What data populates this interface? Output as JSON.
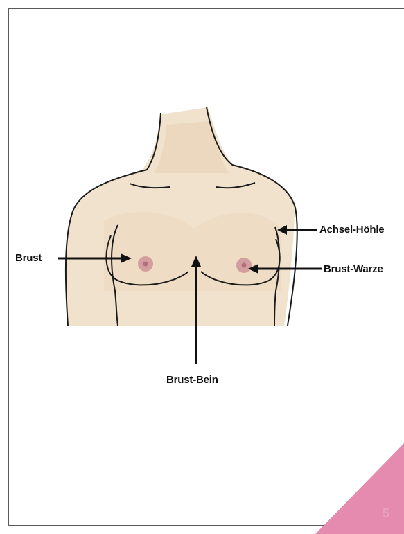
{
  "labels": {
    "brust": "Brust",
    "achsel_hoehle": "Achsel-Höhle",
    "brust_warze": "Brust-Warze",
    "brust_bein": "Brust-Bein"
  },
  "page_number": "5",
  "colors": {
    "skin": "#efe0c8",
    "skin_shadow": "#e6cfb0",
    "nipple": "#c98a92",
    "outline": "#1a1a1a",
    "corner_accent": "#e07aa6"
  }
}
